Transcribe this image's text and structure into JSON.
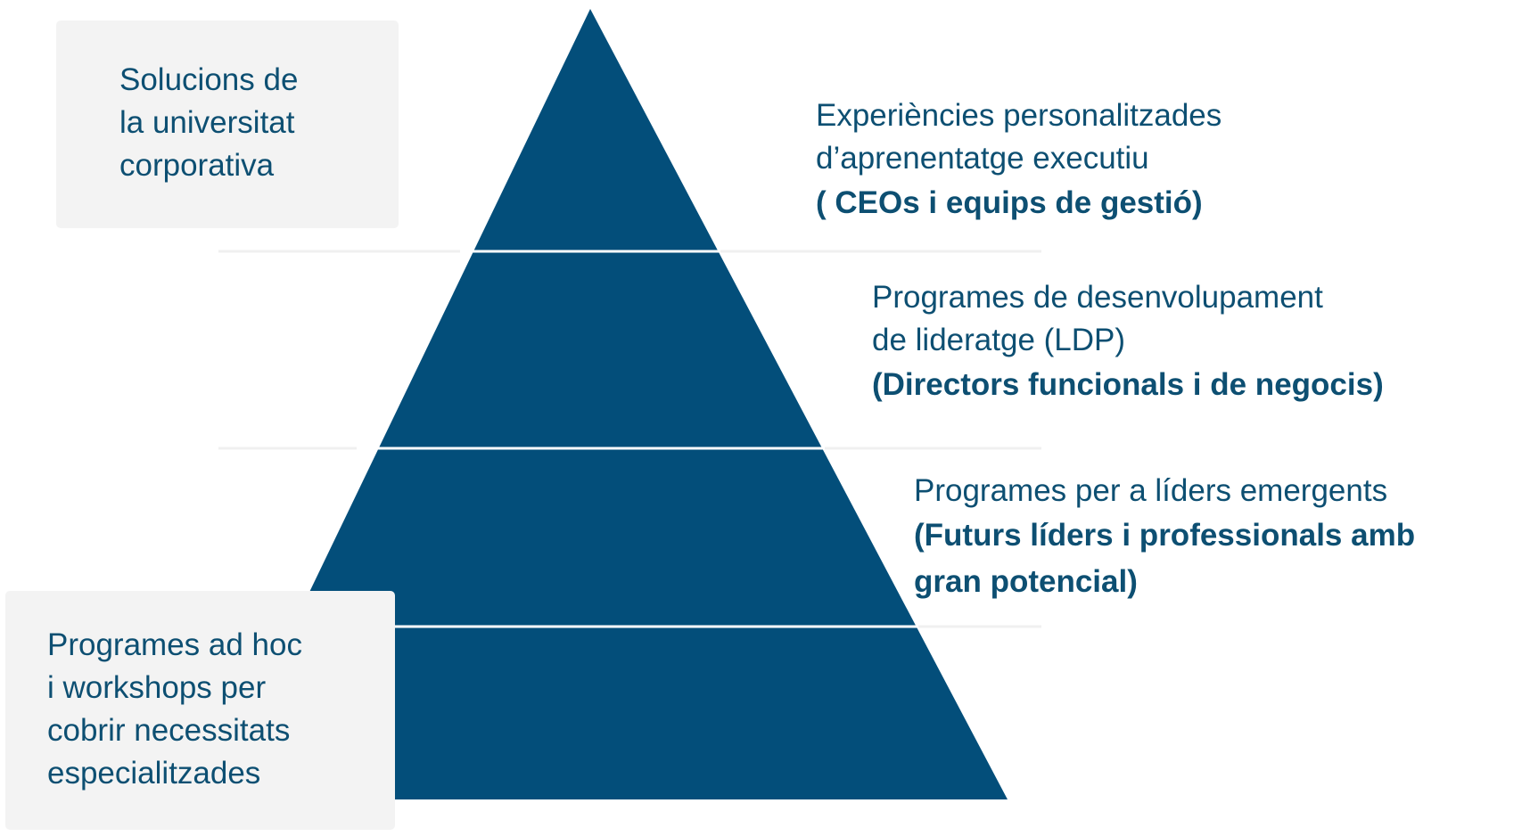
{
  "colors": {
    "pyramid_fill": "#034e7a",
    "text": "#0d4f72",
    "box_background": "#f3f3f3",
    "separator": "#f0f0f0"
  },
  "corner_boxes": {
    "top": {
      "lines": [
        "Solucions de",
        "la universitat",
        "corporativa"
      ]
    },
    "bottom": {
      "lines": [
        "Programes ad hoc",
        "i workshops per",
        "cobrir necessitats",
        "especialitzades"
      ]
    }
  },
  "tiers": [
    {
      "lines": [
        "Experiències personalitzades",
        "d’aprenentatge executiu"
      ],
      "audience": [
        " ( CEOs i equips de gestió)"
      ]
    },
    {
      "lines": [
        "Programes de desenvolupament",
        "de lideratge (LDP)"
      ],
      "audience": [
        "(Directors funcionals i de negocis)"
      ]
    },
    {
      "lines": [
        "Programes per a líders emergents"
      ],
      "audience": [
        "(Futurs líders i professionals amb",
        "gran potencial)"
      ]
    }
  ]
}
